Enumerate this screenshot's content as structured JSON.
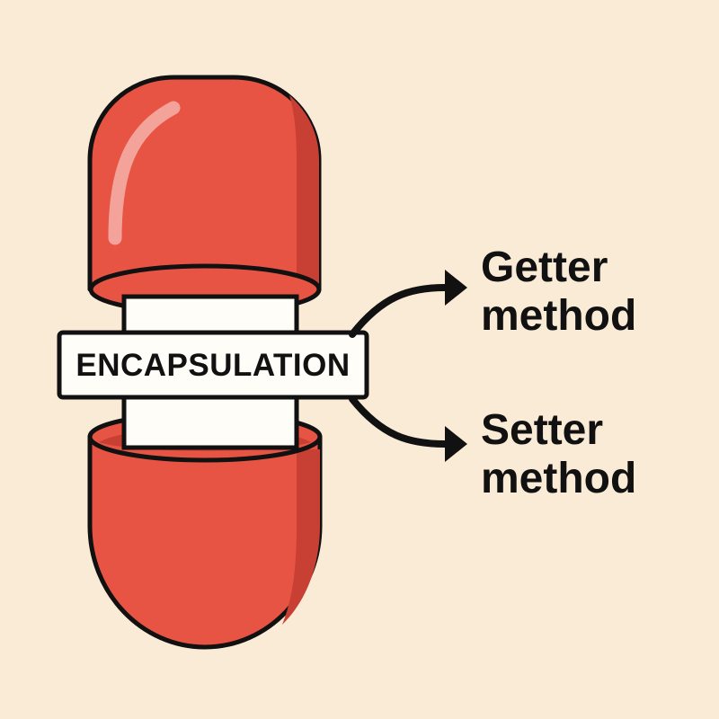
{
  "diagram": {
    "center_label": "ENCAPSULATION",
    "outputs": [
      {
        "label_line1": "Getter",
        "label_line2": "method"
      },
      {
        "label_line1": "Setter",
        "label_line2": "method"
      }
    ]
  },
  "colors": {
    "background": "#FAEBD7",
    "capsule_red": "#E85443",
    "capsule_dark": "#C84033",
    "capsule_highlight": "#F4A39A",
    "core_white": "#FFFDF8",
    "outline": "#111111"
  }
}
